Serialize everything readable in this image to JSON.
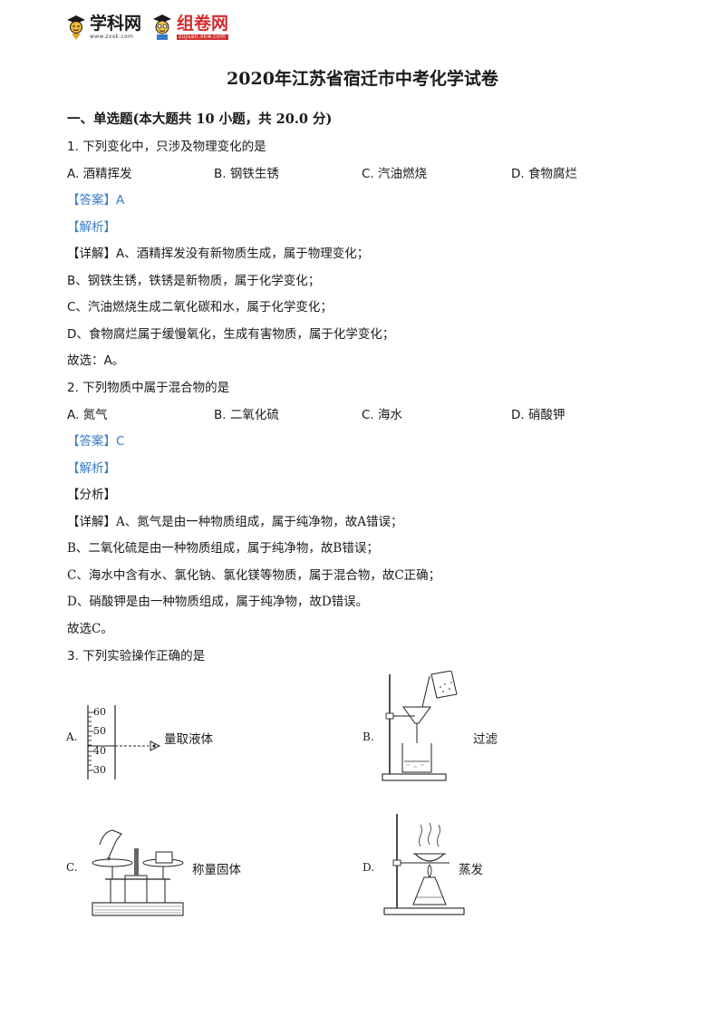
{
  "header": {
    "logo1": {
      "name": "学科网",
      "sub": "www.zxxk.com"
    },
    "logo2": {
      "name": "组卷网",
      "sub": "zujuan.xkw.com"
    }
  },
  "title": "2020年江苏省宿迁市中考化学试卷",
  "section": "一、单选题(本大题共 10 小题，共 20.0 分)",
  "q1": {
    "stem": "1. 下列变化中，只涉及物理变化的是",
    "options": [
      "A.  酒精挥发",
      "B.  钢铁生锈",
      "C.  汽油燃烧",
      "D.  食物腐烂"
    ],
    "answer": "【答案】A",
    "analysis": "【解析】",
    "details": [
      "【详解】A、酒精挥发没有新物质生成，属于物理变化；",
      "B、钢铁生锈，铁锈是新物质，属于化学变化；",
      "C、汽油燃烧生成二氧化碳和水，属于化学变化；",
      "D、食物腐烂属于缓慢氧化，生成有害物质，属于化学变化；",
      "故选：A。"
    ]
  },
  "q2": {
    "stem": "2. 下列物质中属于混合物的是",
    "options": [
      "A. 氮气",
      "B. 二氧化硫",
      "C. 海水",
      "D. 硝酸钾"
    ],
    "answer": "【答案】C",
    "analysis": "【解析】",
    "fenxi": "【分析】",
    "details": [
      "【详解】A、氮气是由一种物质组成，属于纯净物，故A错误；",
      "B、二氧化硫是由一种物质组成，属于纯净物，故B错误；",
      "C、海水中含有水、氯化钠、氯化镁等物质，属于混合物，故C正确；",
      "D、硝酸钾是由一种物质组成，属于纯净物，故D错误。",
      "故选C。"
    ]
  },
  "q3": {
    "stem": "3. 下列实验操作正确的是",
    "figures": [
      {
        "letter": "A.",
        "caption": "量取液体",
        "ticks": [
          "60",
          "50",
          "40",
          "30"
        ]
      },
      {
        "letter": "B.",
        "caption": "过滤"
      },
      {
        "letter": "C.",
        "caption": "称量固体"
      },
      {
        "letter": "D.",
        "caption": "蒸发"
      }
    ]
  }
}
